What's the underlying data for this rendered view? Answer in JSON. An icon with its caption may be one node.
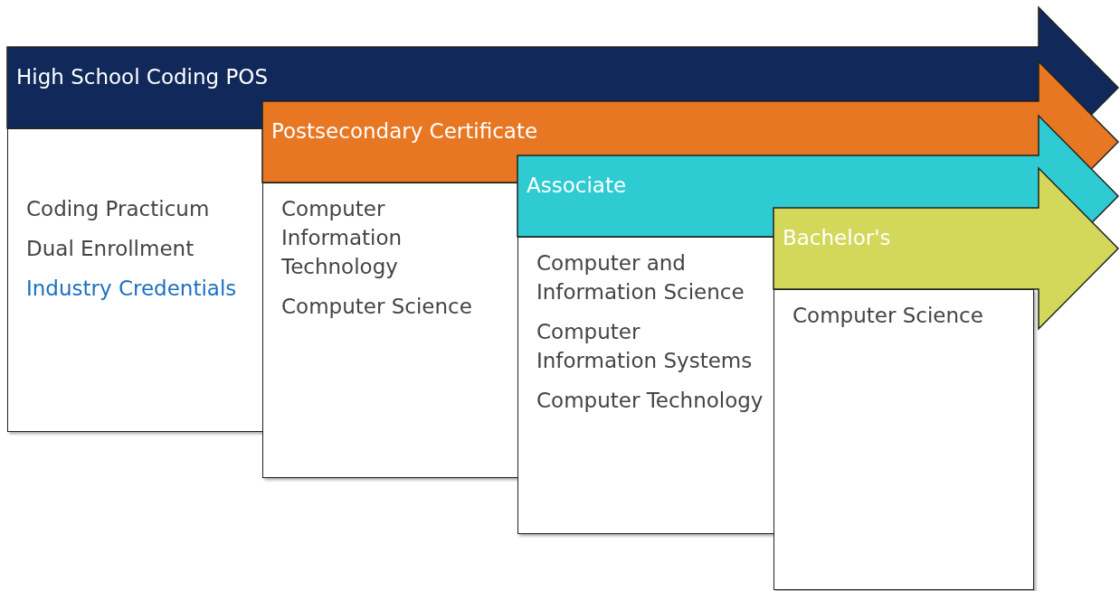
{
  "diagram": {
    "nodes": [
      {
        "text": [
          "High School Coding POS"
        ]
      },
      {
        "text": [
          "Coding Practicum",
          "Dual Enrollment",
          "Industry Credentials"
        ]
      },
      {
        "text": [
          "Postsecondary Certificate"
        ]
      },
      {
        "text": [
          "Computer Information Technology",
          "Computer Science"
        ]
      },
      {
        "text": [
          "Associate"
        ]
      },
      {
        "text": [
          "Computer and Information Science",
          "Computer Information Systems",
          "Computer Technology"
        ]
      },
      {
        "text": [
          "Bachelor's"
        ]
      },
      {
        "text": [
          "Computer Science"
        ]
      }
    ]
  }
}
